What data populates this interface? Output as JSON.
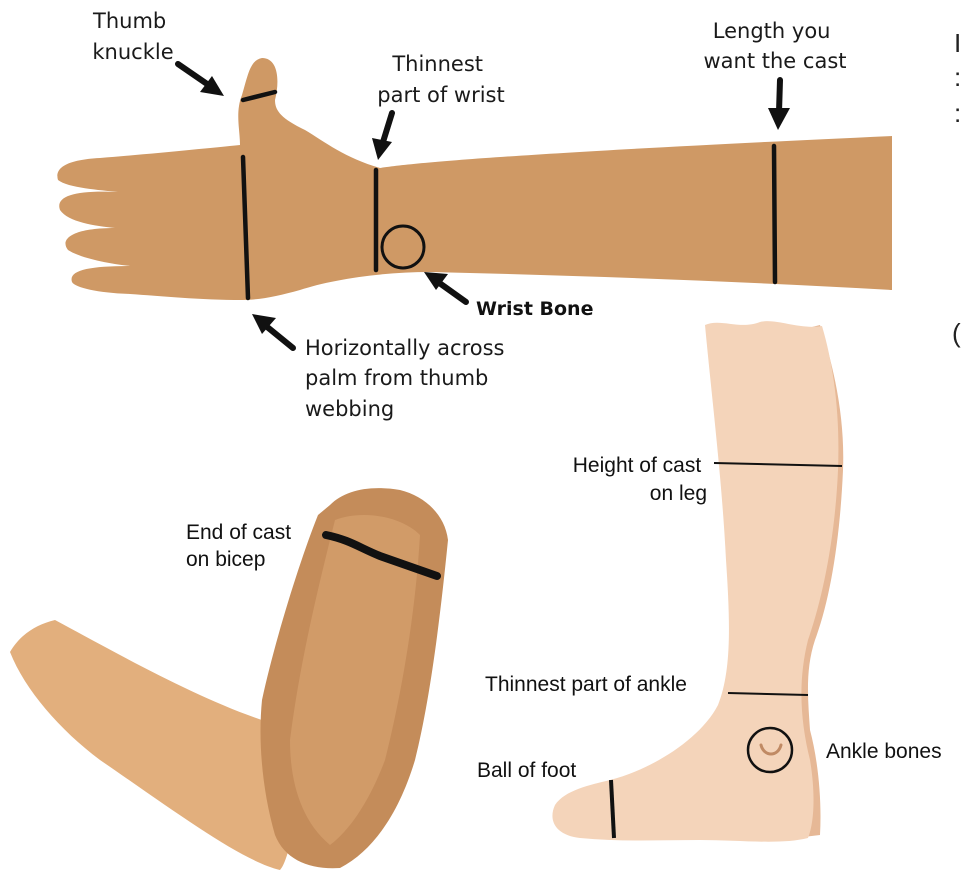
{
  "colors": {
    "arm_skin": "#cf9965",
    "elbow_skin_light": "#e2af7d",
    "elbow_skin_dark": "#c48c5a",
    "leg_skin": "#f4d4ba",
    "leg_shadow": "#e6b896",
    "marker": "#111111"
  },
  "arm": {
    "thumb_knuckle": [
      "Thumb",
      "knuckle"
    ],
    "thinnest_wrist": [
      "Thinnest",
      "part of wrist"
    ],
    "cast_length": [
      "Length you",
      "want the cast"
    ],
    "wrist_bone": "Wrist Bone",
    "palm": [
      "Horizontally across",
      "palm from thumb",
      "webbing"
    ]
  },
  "elbow": {
    "end_of_cast": [
      "End of cast",
      "on bicep"
    ]
  },
  "leg": {
    "height_of_cast": [
      "Height of cast",
      "on leg"
    ],
    "thinnest_ankle": "Thinnest part of ankle",
    "ankle_bones": "Ankle bones",
    "ball_of_foot": "Ball of foot"
  },
  "edge_fragments": [
    "I",
    ":",
    ":",
    "("
  ]
}
